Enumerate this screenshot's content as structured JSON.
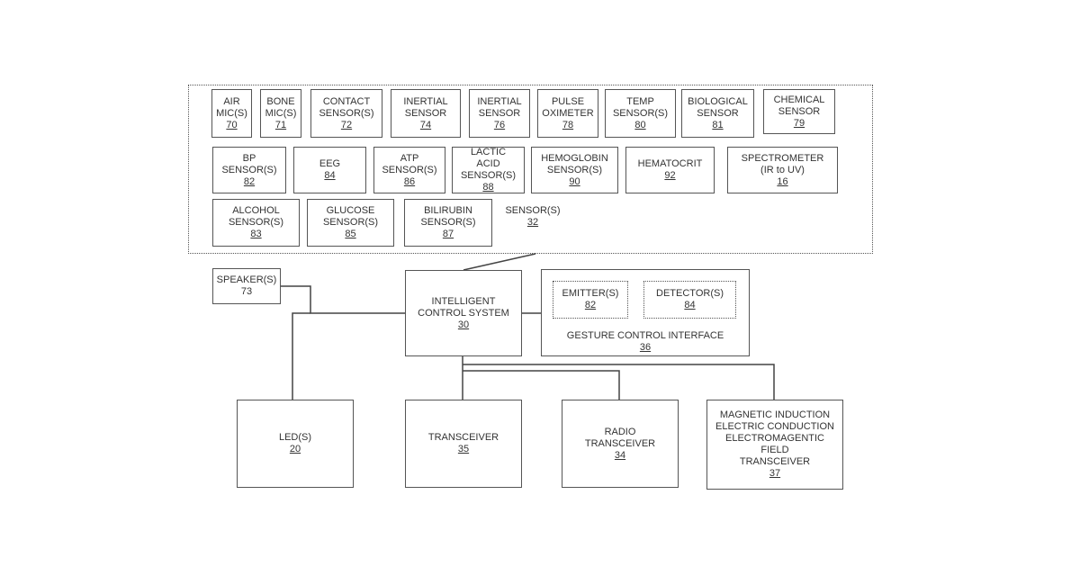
{
  "sensors_group": {
    "label": "SENSOR(S)",
    "ref": "32",
    "items": [
      {
        "label": "AIR\nMIC(S)",
        "ref": "70"
      },
      {
        "label": "BONE\nMIC(S)",
        "ref": "71"
      },
      {
        "label": "CONTACT\nSENSOR(S)",
        "ref": "72"
      },
      {
        "label": "INERTIAL\nSENSOR",
        "ref": "74"
      },
      {
        "label": "INERTIAL\nSENSOR",
        "ref": "76"
      },
      {
        "label": "PULSE\nOXIMETER",
        "ref": "78"
      },
      {
        "label": "TEMP\nSENSOR(S)",
        "ref": "80"
      },
      {
        "label": "BIOLOGICAL\nSENSOR",
        "ref": "81"
      },
      {
        "label": "CHEMICAL\nSENSOR",
        "ref": "79"
      },
      {
        "label": "BP\nSENSOR(S)",
        "ref": "82"
      },
      {
        "label": "EEG",
        "ref": "84"
      },
      {
        "label": "ATP\nSENSOR(S)",
        "ref": "86"
      },
      {
        "label": "LACTIC\nACID\nSENSOR(S)",
        "ref": "88"
      },
      {
        "label": "HEMOGLOBIN\nSENSOR(S)",
        "ref": "90"
      },
      {
        "label": "HEMATOCRIT",
        "ref": "92"
      },
      {
        "label": "SPECTROMETER\n(IR to UV)",
        "ref": "16"
      },
      {
        "label": "ALCOHOL\nSENSOR(S)",
        "ref": "83"
      },
      {
        "label": "GLUCOSE\nSENSOR(S)",
        "ref": "85"
      },
      {
        "label": "BILIRUBIN\nSENSOR(S)",
        "ref": "87"
      }
    ]
  },
  "speaker": {
    "label": "SPEAKER(S)",
    "ref": "73"
  },
  "control_system": {
    "label": "INTELLIGENT\nCONTROL SYSTEM",
    "ref": "30"
  },
  "gesture_interface": {
    "label": "GESTURE CONTROL INTERFACE",
    "ref": "36",
    "emitter": {
      "label": "EMITTER(S)",
      "ref": "82"
    },
    "detector": {
      "label": "DETECTOR(S)",
      "ref": "84"
    }
  },
  "leds": {
    "label": "LED(S)",
    "ref": "20"
  },
  "transceiver": {
    "label": "TRANSCEIVER",
    "ref": "35"
  },
  "radio_transceiver": {
    "label": "RADIO\nTRANSCEIVER",
    "ref": "34"
  },
  "field_transceiver": {
    "label": "MAGNETIC INDUCTION\nELECTRIC CONDUCTION\nELECTROMAGENTIC\nFIELD\nTRANSCEIVER",
    "ref": "37"
  }
}
